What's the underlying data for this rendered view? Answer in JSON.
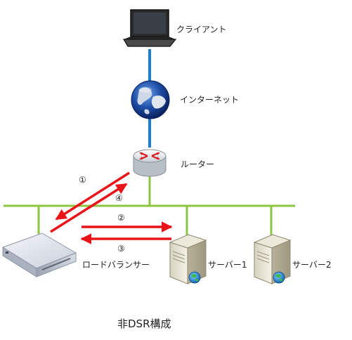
{
  "nodes": {
    "client": {
      "label": "クライアント",
      "icon": "laptop-icon"
    },
    "internet": {
      "label": "インターネット",
      "icon": "globe-icon"
    },
    "router": {
      "label": "ルーター",
      "icon": "router-icon"
    },
    "load_balancer": {
      "label": "ロードバランサー",
      "icon": "load-balancer-appliance-icon"
    },
    "server1": {
      "label": "サーバー1",
      "icon": "server-tower-icon"
    },
    "server2": {
      "label": "サーバー2",
      "icon": "server-tower-icon"
    }
  },
  "flows": [
    {
      "label": "①",
      "direction": "router-to-load-balancer"
    },
    {
      "label": "④",
      "direction": "load-balancer-to-router"
    },
    {
      "label": "②",
      "direction": "load-balancer-to-server1"
    },
    {
      "label": "③",
      "direction": "server1-to-load-balancer"
    }
  ],
  "caption": "非DSR構成",
  "colors": {
    "wan_link": "#1a7fd0",
    "lan_bus": "#8cc63f",
    "flow_arrow": "#e8141a"
  }
}
